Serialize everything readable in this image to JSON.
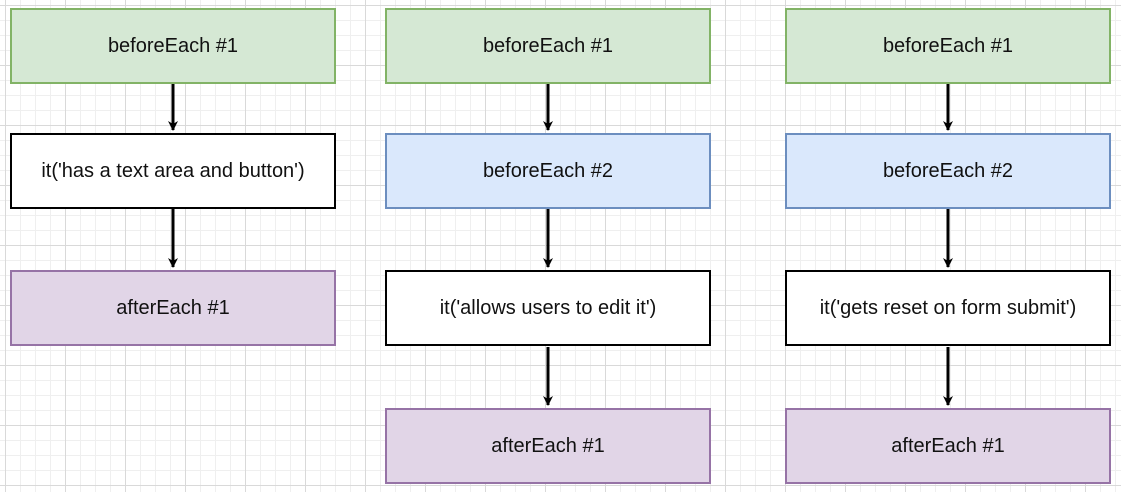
{
  "columns": [
    {
      "nodes": [
        {
          "label": "beforeEach #1",
          "kind": "beforeEach"
        },
        {
          "label": "it('has a text area and button')",
          "kind": "test"
        },
        {
          "label": "afterEach #1",
          "kind": "afterEach"
        }
      ]
    },
    {
      "nodes": [
        {
          "label": "beforeEach #1",
          "kind": "beforeEach"
        },
        {
          "label": "beforeEach #2",
          "kind": "nestedBeforeEach"
        },
        {
          "label": "it('allows users to edit it')",
          "kind": "test"
        },
        {
          "label": "afterEach #1",
          "kind": "afterEach"
        }
      ]
    },
    {
      "nodes": [
        {
          "label": "beforeEach #1",
          "kind": "beforeEach"
        },
        {
          "label": "beforeEach #2",
          "kind": "nestedBeforeEach"
        },
        {
          "label": "it('gets reset on form submit')",
          "kind": "test"
        },
        {
          "label": "afterEach #1",
          "kind": "afterEach"
        }
      ]
    }
  ],
  "colors": {
    "beforeEach_fill": "#d5e8d4",
    "beforeEach_border": "#82b366",
    "nestedBeforeEach_fill": "#dae8fc",
    "nestedBeforeEach_border": "#6c8ebf",
    "test_fill": "#ffffff",
    "test_border": "#000000",
    "afterEach_fill": "#e1d5e7",
    "afterEach_border": "#9673a6",
    "arrow": "#000000"
  }
}
